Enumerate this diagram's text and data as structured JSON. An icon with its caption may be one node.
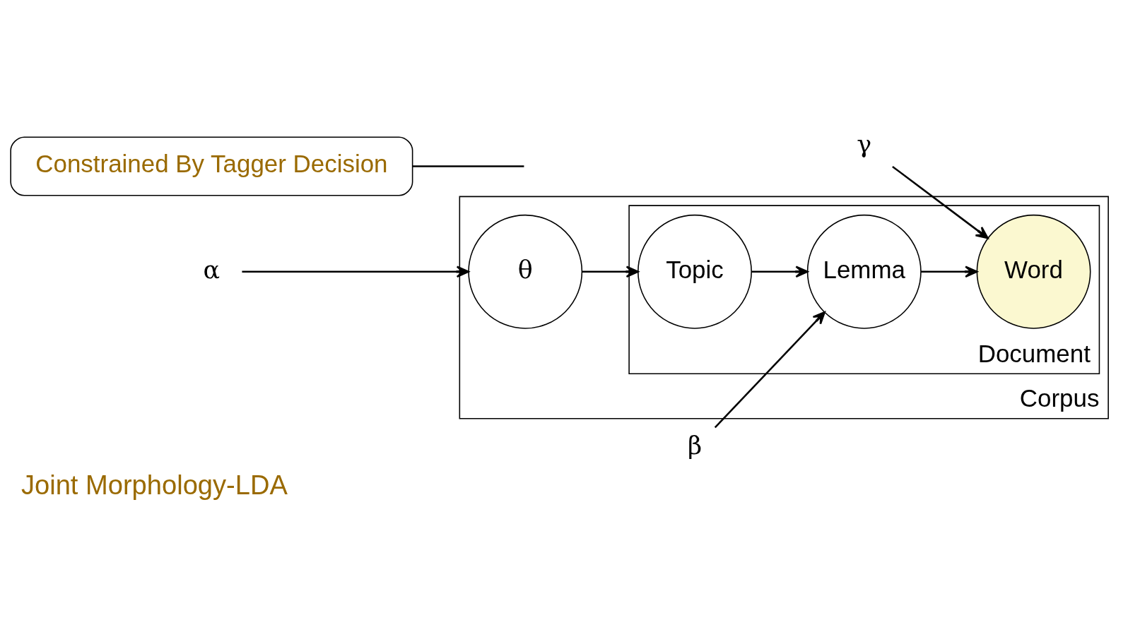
{
  "diagram": {
    "caption": "Joint Morphology-LDA",
    "nodes": [
      {
        "text": [
          "Corpus"
        ]
      },
      {
        "text": [
          "Document"
        ],
        "in": 0
      },
      {
        "text": [
          "α"
        ]
      },
      {
        "text": [
          "θ"
        ],
        "in": 0
      },
      {
        "text": [
          "Topic"
        ],
        "in": 1
      },
      {
        "text": [
          "Lemma"
        ],
        "in": 1
      },
      {
        "text": [
          "Word"
        ],
        "in": 1
      },
      {
        "text": [
          "β"
        ]
      },
      {
        "text": [
          "γ"
        ]
      },
      {
        "text": [
          "Constrained By Tagger Decision"
        ]
      }
    ],
    "edges": [
      {
        "from": 2,
        "to": 3,
        "arrow": "to"
      },
      {
        "from": 3,
        "to": 4,
        "arrow": "to"
      },
      {
        "from": 4,
        "to": 5,
        "arrow": "to"
      },
      {
        "from": 5,
        "to": 6,
        "arrow": "to"
      },
      {
        "from": 7,
        "to": 5,
        "arrow": "to"
      },
      {
        "from": 8,
        "to": 6,
        "arrow": "to"
      },
      {
        "from": 9,
        "to": null,
        "arrow": "none"
      }
    ]
  }
}
